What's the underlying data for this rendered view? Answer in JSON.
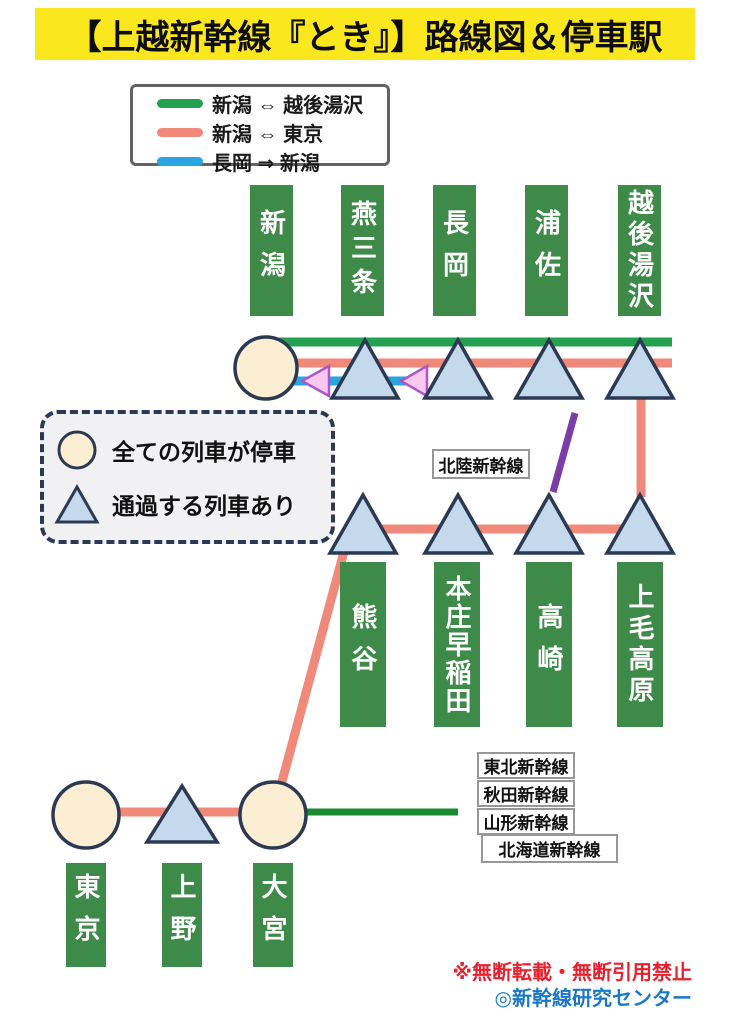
{
  "title": "【上越新幹線『とき』】路線図＆停車駅",
  "legend": {
    "routes": [
      {
        "label": "新潟 ⇔ 越後湯沢",
        "color": "#23A050"
      },
      {
        "label": "新潟 ⇔ 東京",
        "color": "#F0897A"
      },
      {
        "label": "長岡 ⇒ 新潟",
        "color": "#29A6E2"
      }
    ]
  },
  "symbol_legend": {
    "all_stop": "全ての列車が停車",
    "pass": "通過する列車あり"
  },
  "stations": {
    "niigata_row": [
      "新潟",
      "燕三条",
      "長岡",
      "浦佐",
      "越後湯沢"
    ],
    "gunma_row": [
      "熊谷",
      "本庄早稲田",
      "高崎",
      "上毛高原"
    ],
    "tokyo_row": [
      "東京",
      "上野",
      "大宮"
    ]
  },
  "line_labels": {
    "hokuriku": "北陸新幹線",
    "tohoku": "東北新幹線",
    "akita": "秋田新幹線",
    "yamagata": "山形新幹線",
    "hokkaido": "北海道新幹線"
  },
  "footer": {
    "warning": "※無断転載・無断引用禁止",
    "credit": "◎新幹線研究センター"
  },
  "colors": {
    "title_bg": "#FBE71E",
    "station_green": "#3E8A49",
    "line_green": "#23A050",
    "line_green_dark": "#188A30",
    "line_salmon": "#F0897A",
    "line_blue": "#29A6E2",
    "line_purple": "#7B3DA8",
    "shape_border": "#2B3A52",
    "triangle_fill": "#C5D9ED",
    "circle_fill": "#FBEED3",
    "arrow_pink_fill": "#F8C8F1",
    "arrow_pink_border": "#AA58C8",
    "footer_red": "#E8212E",
    "footer_blue": "#1878C8"
  }
}
